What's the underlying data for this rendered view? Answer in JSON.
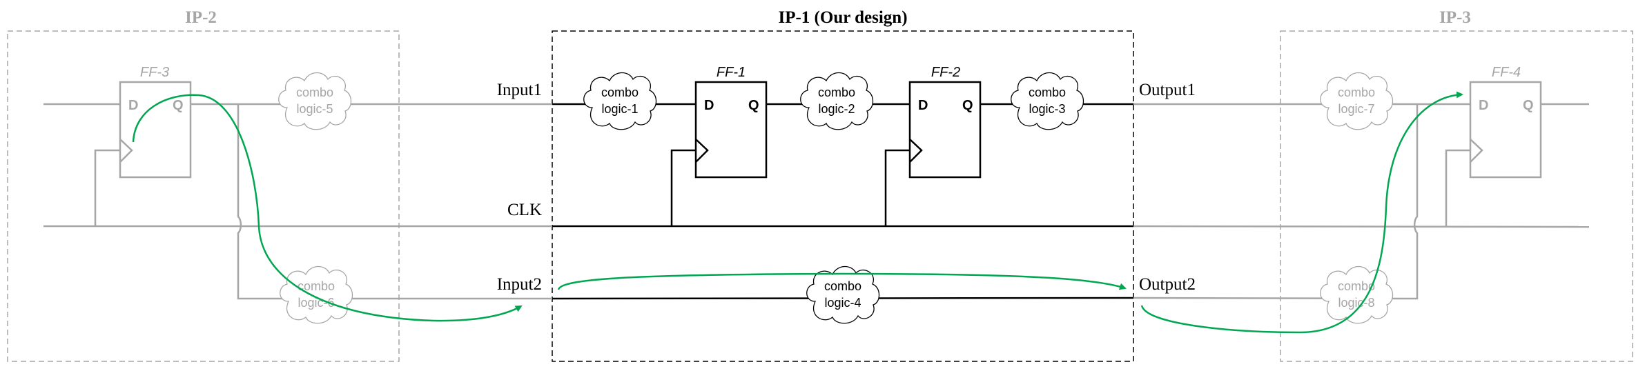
{
  "blocks": {
    "ip2": {
      "title": "IP-2",
      "border_color": "#a6a6a6"
    },
    "ip1": {
      "title": "IP-1 (Our design)",
      "border_color": "#000000"
    },
    "ip3": {
      "title": "IP-3",
      "border_color": "#a6a6a6"
    }
  },
  "ports": {
    "input1": "Input1",
    "clk": "CLK",
    "input2": "Input2",
    "output1": "Output1",
    "output2": "Output2"
  },
  "flip_flops": [
    {
      "name": "FF-3",
      "d": "D",
      "q": "Q",
      "faded": true
    },
    {
      "name": "FF-1",
      "d": "D",
      "q": "Q",
      "faded": false
    },
    {
      "name": "FF-2",
      "d": "D",
      "q": "Q",
      "faded": false
    },
    {
      "name": "FF-4",
      "d": "D",
      "q": "Q",
      "faded": true
    }
  ],
  "clouds": [
    {
      "line1": "combo",
      "line2": "logic-1"
    },
    {
      "line1": "combo",
      "line2": "logic-2"
    },
    {
      "line1": "combo",
      "line2": "logic-3"
    },
    {
      "line1": "combo",
      "line2": "logic-4"
    },
    {
      "line1": "combo",
      "line2": "logic-5"
    },
    {
      "line1": "combo",
      "line2": "logic-6"
    },
    {
      "line1": "combo",
      "line2": "logic-7"
    },
    {
      "line1": "combo",
      "line2": "logic-8"
    }
  ],
  "colors": {
    "faded": "#a6a6a6",
    "active": "#000000",
    "timing_path": "#00a650"
  }
}
